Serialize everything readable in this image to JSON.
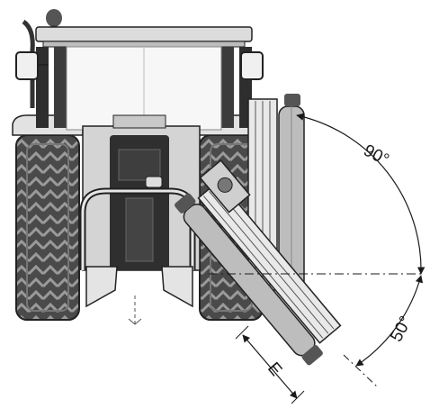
{
  "figure": {
    "labels": {
      "angle_upper": "90°",
      "angle_lower": "50°",
      "dimension_e": "E"
    },
    "angles_deg": {
      "arm_vertical": 90,
      "arm_tilted": 50
    },
    "colors": {
      "line": "#1a1a1a",
      "body_light": "#e9e9e9",
      "body_mid": "#bdbdbd",
      "body_dark": "#555555",
      "tire": "#3a3a3a",
      "glass": "#f7f7f7"
    }
  }
}
